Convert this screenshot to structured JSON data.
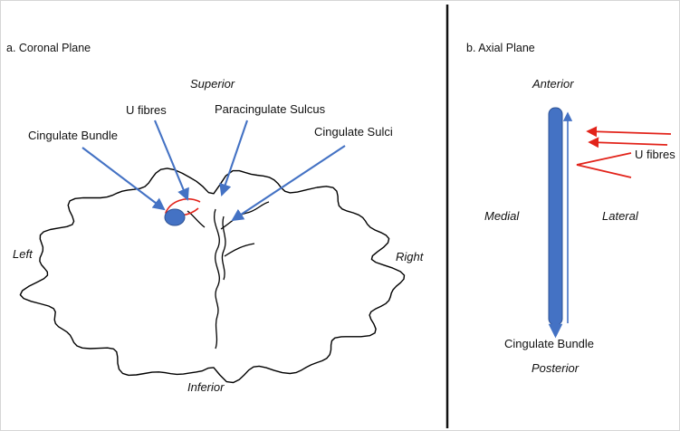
{
  "figure": {
    "panel_a": {
      "title": "a. Coronal Plane",
      "orientation": {
        "superior": "Superior",
        "inferior": "Inferior",
        "left": "Left",
        "right": "Right"
      },
      "annotations": {
        "u_fibres": "U fibres",
        "paracingulate_sulcus": "Paracingulate Sulcus",
        "cingulate_bundle": "Cingulate Bundle",
        "cingulate_sulci": "Cingulate Sulci"
      }
    },
    "panel_b": {
      "title": "b. Axial Plane",
      "orientation": {
        "anterior": "Anterior",
        "posterior": "Posterior",
        "medial": "Medial",
        "lateral": "Lateral"
      },
      "annotations": {
        "u_fibres": "U fibres",
        "cingulate_bundle": "Cingulate Bundle"
      }
    },
    "colors": {
      "annotation_blue": "#4472c4",
      "fibre_red": "#e2231a",
      "outline_black": "#000000"
    }
  }
}
